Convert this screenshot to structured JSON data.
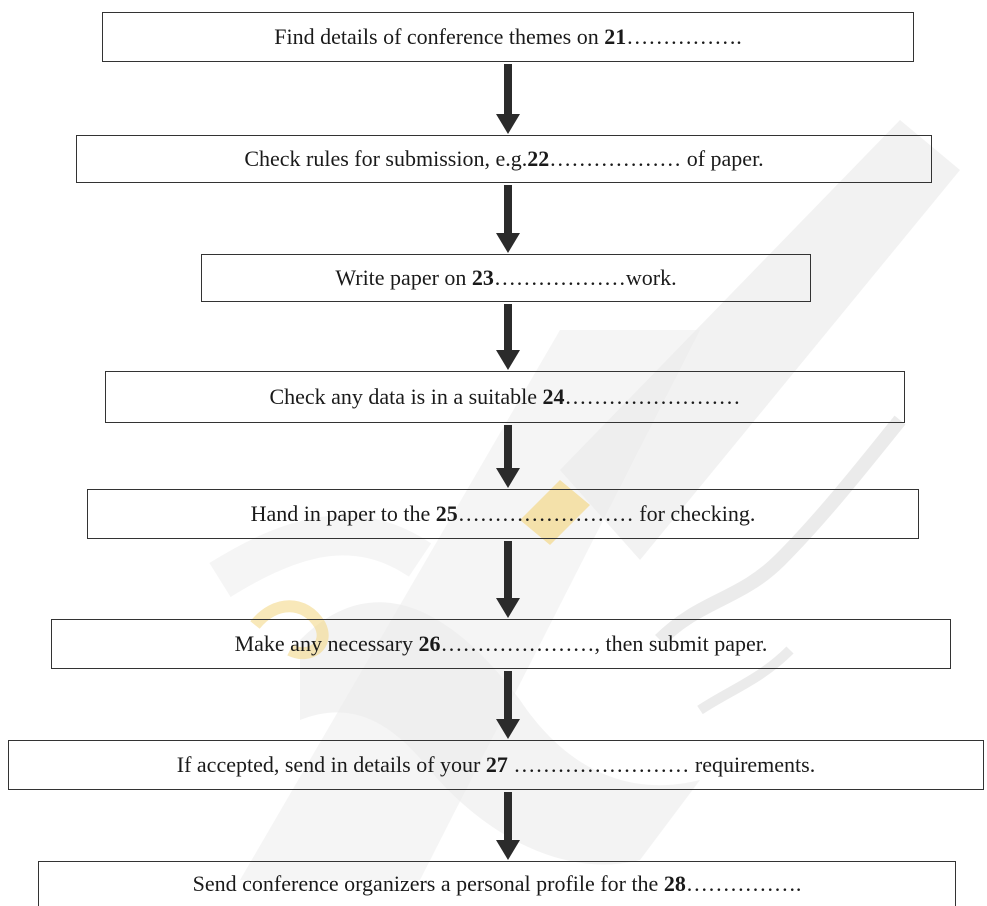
{
  "steps": [
    {
      "before": "Find details of conference themes on ",
      "num": "21",
      "after": "……………."
    },
    {
      "before": "Check rules for submission, e.g.",
      "num": "22",
      "after": "……………… of paper."
    },
    {
      "before": "Write paper on ",
      "num": "23",
      "after": "………………work."
    },
    {
      "before": "Check any data is in a suitable ",
      "num": "24",
      "after": "……………………"
    },
    {
      "before": "Hand in paper to the ",
      "num": "25",
      "after": "…………………… for checking."
    },
    {
      "before": "Make any necessary ",
      "num": "26",
      "after": "…………………, then submit paper."
    },
    {
      "before": "If accepted, send in details of your ",
      "num": "27",
      "after": " ……………………  requirements."
    },
    {
      "before": "Send conference organizers a personal profile for the ",
      "num": "28",
      "after": "……………."
    }
  ],
  "colors": {
    "border": "#333333",
    "arrow": "#2b2b2b",
    "watermark": "#e6e6e6",
    "watermark_accent": "#f3d98a"
  }
}
